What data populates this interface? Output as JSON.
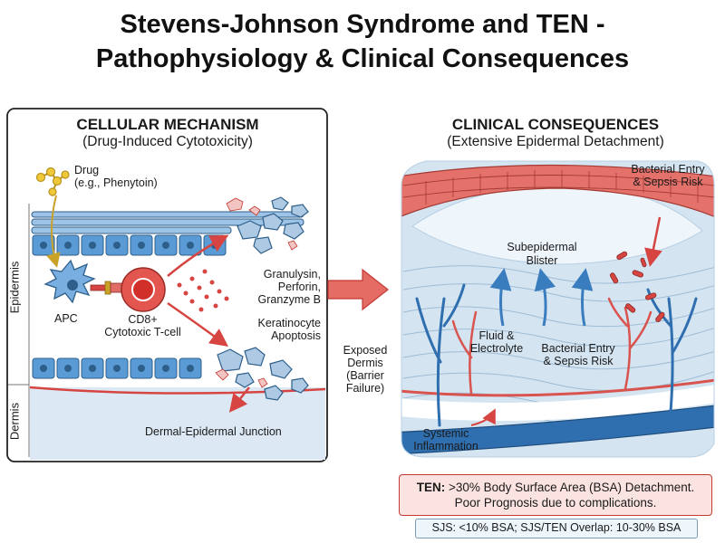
{
  "title": {
    "line1": "Stevens-Johnson Syndrome and TEN -",
    "line2": "Pathophysiology & Clinical Consequences"
  },
  "left_panel": {
    "heading": "CELLULAR MECHANISM",
    "subheading": "(Drug-Induced Cytotoxicity)",
    "drug_label": "Drug",
    "drug_example": "(e.g., Phenytoin)",
    "apc_label": "APC",
    "tcell_label1": "CD8+",
    "tcell_label2": "Cytotoxic T-cell",
    "mediators": [
      "Granulysin,",
      "Perforin,",
      "Granzyme B"
    ],
    "apoptosis": [
      "Keratinocyte",
      "Apoptosis"
    ],
    "junction_label": "Dermal-Epidermal Junction",
    "side_epidermis": "Epidermis",
    "side_dermis": "Dermis"
  },
  "right_panel": {
    "heading": "CLINICAL CONSEQUENCES",
    "subheading": "(Extensive Epidermal Detachment)",
    "bacterial_top": [
      "Bacterial Entry",
      "& Sepsis Risk"
    ],
    "blister": [
      "Subepidermal",
      "Blister"
    ],
    "fluid": [
      "Fluid &",
      "Electrolyte"
    ],
    "bacterial_mid": [
      "Bacterial Entry",
      "& Sepsis Risk"
    ],
    "exposed": [
      "Exposed",
      "Dermis",
      "(Barrier",
      "Failure)"
    ],
    "systemic": [
      "Systemic",
      "Inflammation"
    ]
  },
  "ten_box": {
    "bold": "TEN:",
    "line1_rest": " >30% Body Surface Area (BSA) Detachment.",
    "line2": "Poor Prognosis due to complications."
  },
  "sjs_box": {
    "text": "SJS: <10% BSA; SJS/TEN Overlap: 10-30% BSA"
  },
  "colors": {
    "red_accent": "#d64541",
    "blue_cell": "#5b9bd5",
    "dermis_blue": "#dce9f4",
    "vessel_red": "#d9534f",
    "vessel_blue": "#2f6fb0"
  }
}
